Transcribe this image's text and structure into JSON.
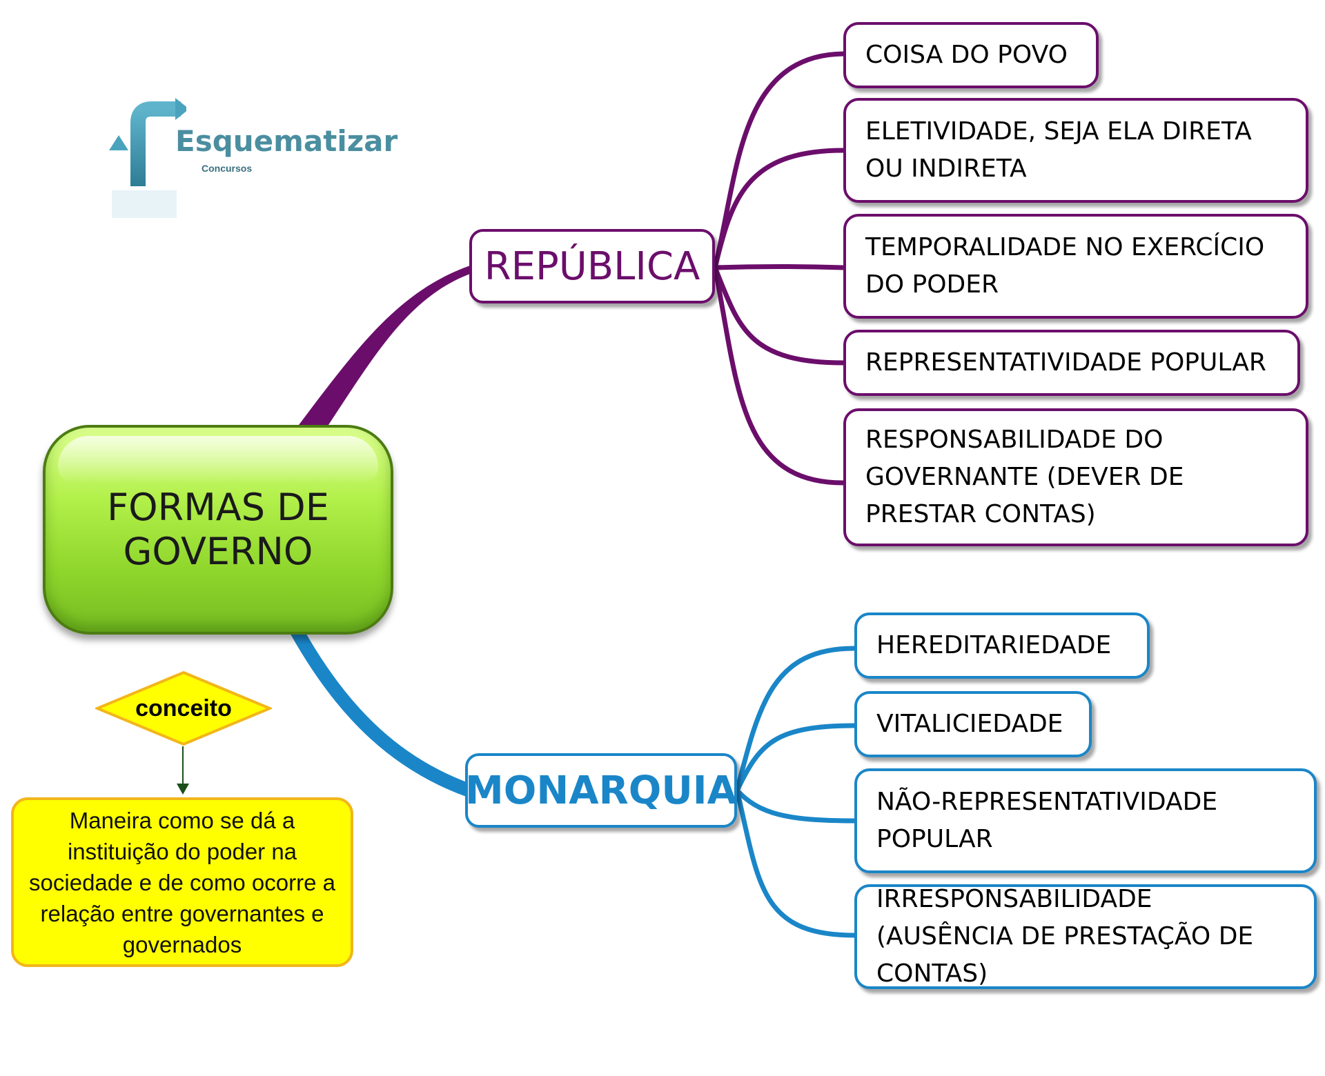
{
  "logo": {
    "brand": "Esquematizar",
    "subtitle": "Concursos"
  },
  "central": {
    "line1": "FORMAS DE",
    "line2": "GOVERNO"
  },
  "concept": {
    "tag": "conceito",
    "text": "Maneira como se dá a instituição do poder na sociedade e de como ocorre a relação entre governantes e governados"
  },
  "republica": {
    "title": "REPÚBLICA",
    "items": [
      "COISA DO POVO",
      "ELETIVIDADE, SEJA ELA DIRETA OU INDIRETA",
      "TEMPORALIDADE NO EXERCÍCIO DO PODER",
      "REPRESENTATIVIDADE POPULAR",
      "RESPONSABILIDADE DO GOVERNANTE (DEVER DE PRESTAR CONTAS)"
    ]
  },
  "monarquia": {
    "title": "MONARQUIA",
    "items": [
      "HEREDITARIEDADE",
      "VITALICIEDADE",
      "NÃO-REPRESENTATIVIDADE POPULAR",
      "IRRESPONSABILIDADE (AUSÊNCIA DE PRESTAÇÃO DE CONTAS)"
    ]
  },
  "colors": {
    "republica": "#6b0e6b",
    "monarquia": "#1a86c8",
    "central": "#8fd62c",
    "concept": "#ffff00"
  }
}
